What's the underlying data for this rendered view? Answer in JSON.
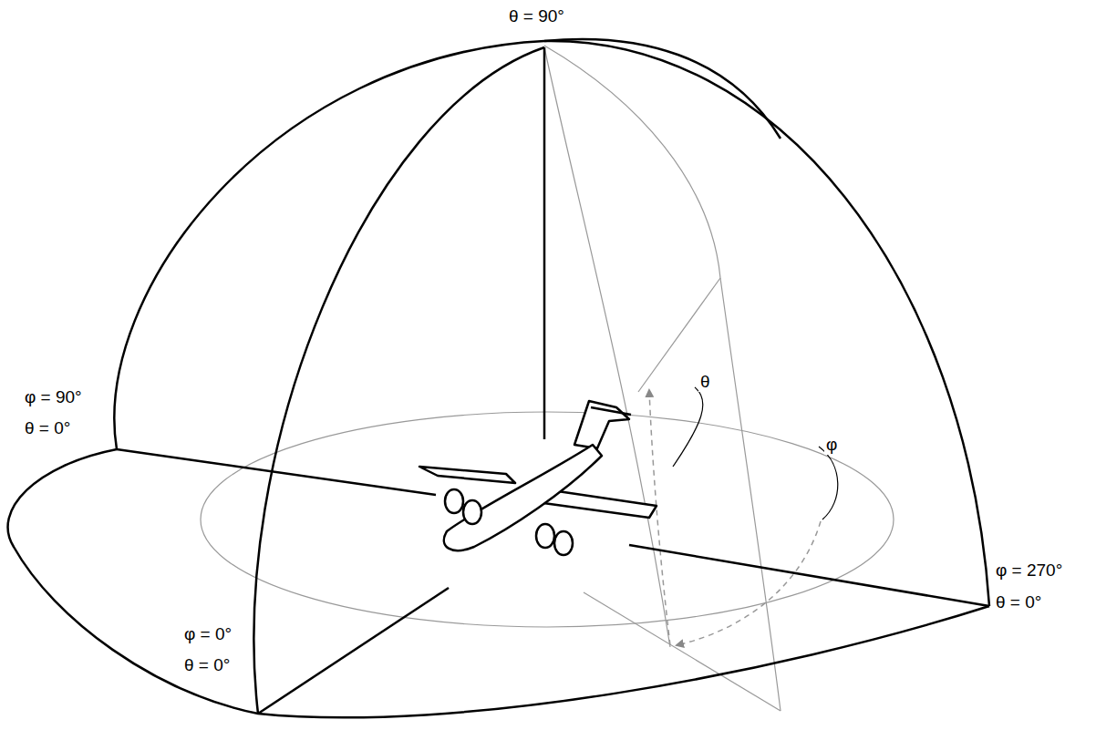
{
  "diagram": {
    "labels": [
      "θ = 90°",
      "φ = 90°",
      "θ = 0°",
      "φ = 0°",
      "θ = 0°",
      "φ = 270°",
      "θ = 0°",
      "θ",
      "φ"
    ]
  }
}
